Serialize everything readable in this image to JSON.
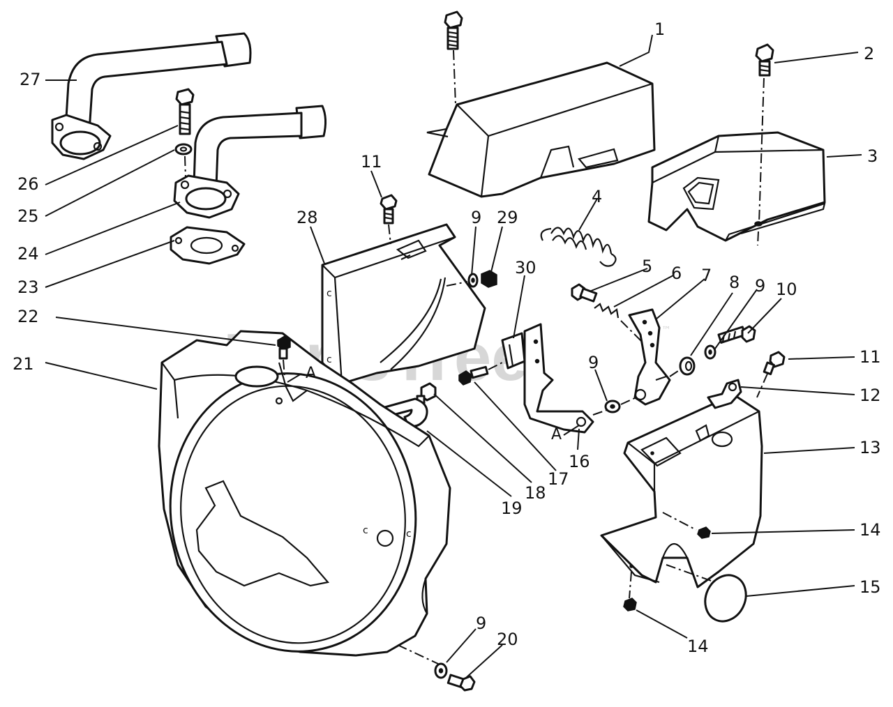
{
  "watermark": {
    "text": "PartsTree",
    "mark": "™"
  },
  "callouts": [
    {
      "id": "c1",
      "label": "1"
    },
    {
      "id": "c2",
      "label": "2"
    },
    {
      "id": "c3",
      "label": "3"
    },
    {
      "id": "c4",
      "label": "4"
    },
    {
      "id": "c5",
      "label": "5"
    },
    {
      "id": "c6",
      "label": "6"
    },
    {
      "id": "c7",
      "label": "7"
    },
    {
      "id": "c8",
      "label": "8"
    },
    {
      "id": "c9a",
      "label": "9"
    },
    {
      "id": "c10",
      "label": "10"
    },
    {
      "id": "c11a",
      "label": "11"
    },
    {
      "id": "c12",
      "label": "12"
    },
    {
      "id": "c13",
      "label": "13"
    },
    {
      "id": "c14a",
      "label": "14"
    },
    {
      "id": "c15",
      "label": "15"
    },
    {
      "id": "c14b",
      "label": "14"
    },
    {
      "id": "c9b",
      "label": "9"
    },
    {
      "id": "c20",
      "label": "20"
    },
    {
      "id": "c21",
      "label": "21"
    },
    {
      "id": "c22",
      "label": "22"
    },
    {
      "id": "c23",
      "label": "23"
    },
    {
      "id": "c24",
      "label": "24"
    },
    {
      "id": "c25",
      "label": "25"
    },
    {
      "id": "c26",
      "label": "26"
    },
    {
      "id": "c27",
      "label": "27"
    },
    {
      "id": "c28",
      "label": "28"
    },
    {
      "id": "c11b",
      "label": "11"
    },
    {
      "id": "c9c",
      "label": "9"
    },
    {
      "id": "c29",
      "label": "29"
    },
    {
      "id": "c30",
      "label": "30"
    },
    {
      "id": "c9d",
      "label": "9"
    },
    {
      "id": "c16",
      "label": "16"
    },
    {
      "id": "c17",
      "label": "17"
    },
    {
      "id": "c18",
      "label": "18"
    },
    {
      "id": "c19",
      "label": "19"
    }
  ],
  "reference_marks": [
    {
      "id": "ra1",
      "label": "A"
    },
    {
      "id": "ra2",
      "label": "A"
    }
  ],
  "hole_marks": {
    "label": "c"
  }
}
